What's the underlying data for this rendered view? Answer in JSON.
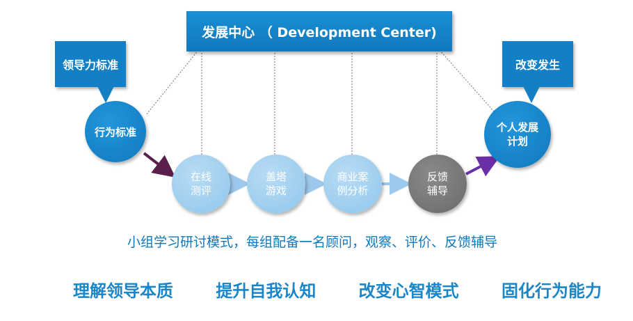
{
  "title": "发展中心 （ Development Center)",
  "callouts": {
    "left": "领导力标准",
    "right": "改变发生"
  },
  "start_node": "行为标准",
  "end_node": {
    "line1": "个人发展",
    "line2": "计划"
  },
  "steps": [
    {
      "line1": "在线",
      "line2": "测评"
    },
    {
      "line1": "盖塔",
      "line2": "游戏"
    },
    {
      "line1": "商业案",
      "line2": "例分析"
    },
    {
      "line1": "反馈",
      "line2": "辅导"
    }
  ],
  "caption": "小组学习研讨模式，每组配备一名顾问，观察、评价、反馈辅导",
  "goals": [
    "理解领导本质",
    "提升自我认知",
    "改变心智模式",
    "固化行为能力"
  ],
  "colors": {
    "primary_blue": "#137fc4",
    "light_blue": "#8fc6ec",
    "gray": "#6a6a6a",
    "arrow_start": "#5a1f4a",
    "arrow_end": "#6a2fa6"
  }
}
